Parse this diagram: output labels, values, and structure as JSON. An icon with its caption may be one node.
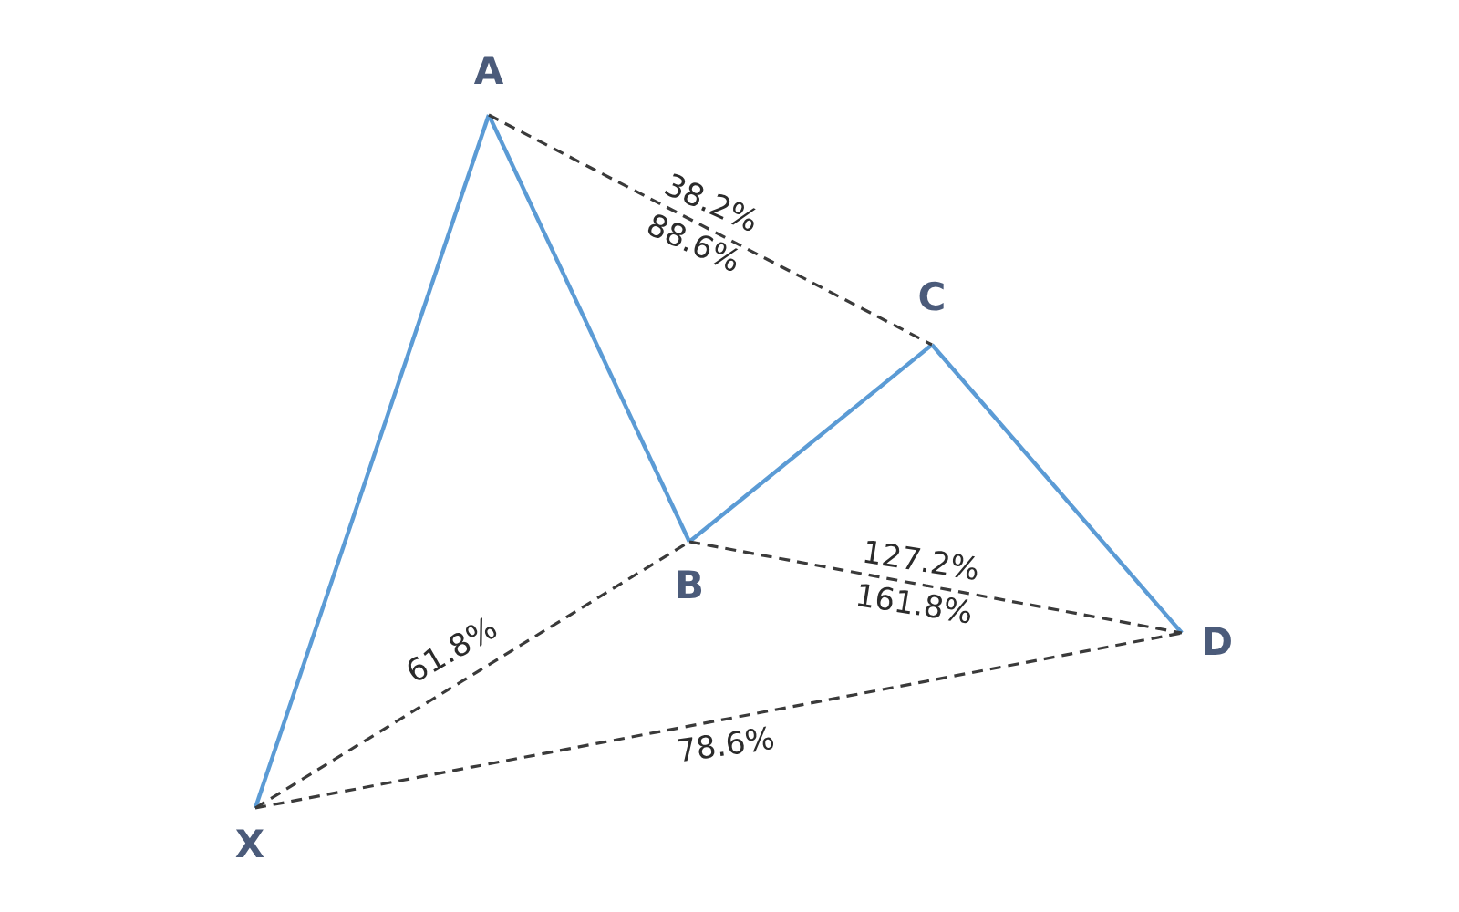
{
  "diagram": {
    "nodes": [
      {
        "text": [
          "A"
        ]
      },
      {
        "text": [
          "C"
        ]
      },
      {
        "text": [
          "B"
        ]
      },
      {
        "text": [
          "D"
        ]
      },
      {
        "text": [
          "X"
        ]
      }
    ],
    "edges": [
      {
        "from": 4,
        "to": 0,
        "arrow": "none"
      },
      {
        "from": 0,
        "to": 2,
        "arrow": "none"
      },
      {
        "from": 2,
        "to": 1,
        "arrow": "none"
      },
      {
        "from": 1,
        "to": 3,
        "arrow": "none"
      },
      {
        "from": 0,
        "to": 1,
        "arrow": "none",
        "label": "38.2% 88.6%",
        "style": "dashed",
        "color": "#3a3a3a"
      },
      {
        "from": 4,
        "to": 2,
        "arrow": "none",
        "label": "61.8%",
        "style": "dashed",
        "color": "#3a3a3a"
      },
      {
        "from": 2,
        "to": 3,
        "arrow": "none",
        "label": "127.2% 161.8%",
        "style": "dashed",
        "color": "#3a3a3a"
      },
      {
        "from": 4,
        "to": 3,
        "arrow": "none",
        "label": "78.6%",
        "style": "dashed",
        "color": "#3a3a3a"
      }
    ]
  }
}
